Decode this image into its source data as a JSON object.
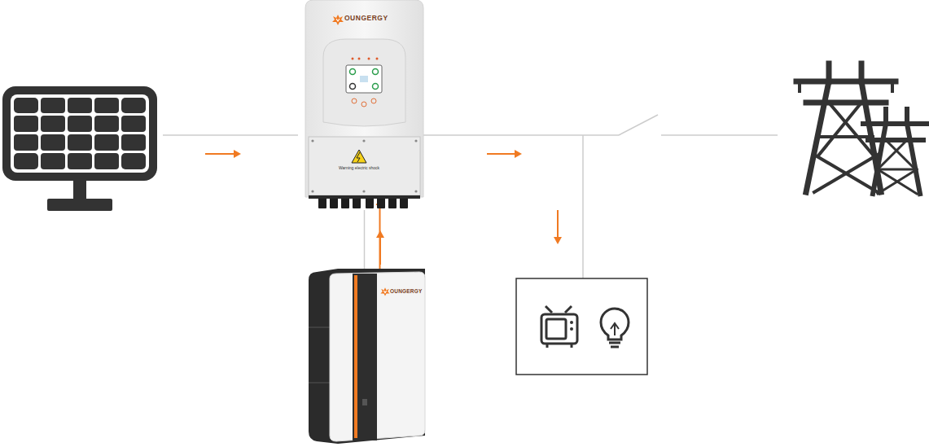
{
  "diagram": {
    "nodes": [
      {
        "text": [
          "OUNGERGY",
          "Warning electric shock"
        ]
      },
      {
        "text": [
          "OUNGERGY"
        ]
      }
    ],
    "edges": [
      {
        "from": 1,
        "to": 0,
        "arrow": "to"
      }
    ]
  }
}
